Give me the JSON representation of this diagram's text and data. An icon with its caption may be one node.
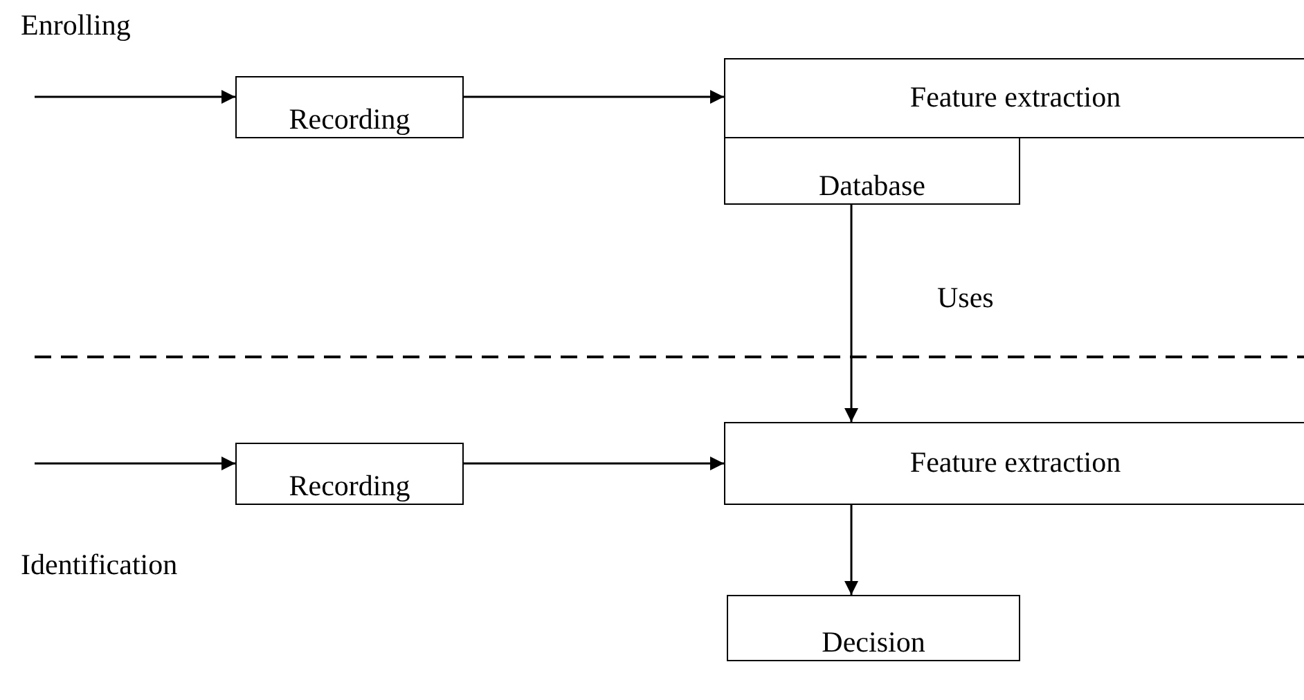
{
  "diagram": {
    "nodes": [
      {
        "text": [
          "Recording"
        ]
      },
      {
        "text": [
          "Feature extraction"
        ]
      },
      {
        "text": [
          "Database"
        ]
      },
      {
        "text": [
          "Recording"
        ]
      },
      {
        "text": [
          "Feature extraction"
        ]
      },
      {
        "text": [
          "Decision"
        ]
      }
    ],
    "edges": [
      {
        "from": null,
        "to": 0,
        "arrow": "to"
      },
      {
        "from": 0,
        "to": 1,
        "arrow": "to"
      },
      {
        "from": 2,
        "to": 4,
        "arrow": "to",
        "label": "Uses"
      },
      {
        "from": null,
        "to": 3,
        "arrow": "to"
      },
      {
        "from": 3,
        "to": 4,
        "arrow": "to"
      },
      {
        "from": 4,
        "to": 5,
        "arrow": "to"
      }
    ],
    "labels": [
      "Enrolling",
      "Identification"
    ]
  }
}
